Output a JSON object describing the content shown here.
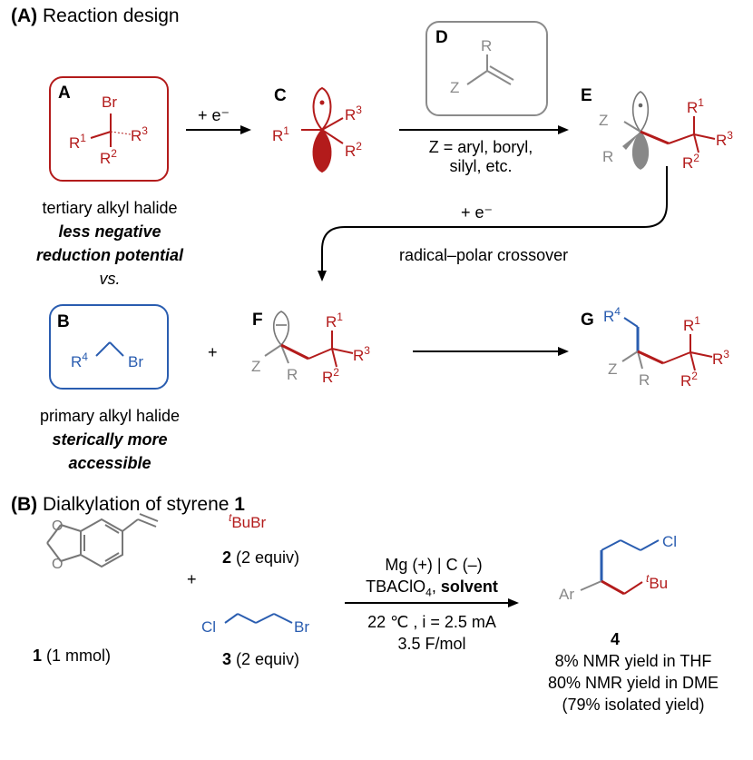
{
  "section_a": {
    "tag": "(A)",
    "title": "Reaction design"
  },
  "section_b": {
    "tag": "(B)",
    "title": "Dialkylation of styrene",
    "compound": "1"
  },
  "labels": {
    "A": "A",
    "B": "B",
    "C": "C",
    "D": "D",
    "E": "E",
    "F": "F",
    "G": "G"
  },
  "electron_step_1": "+ e⁻",
  "electron_step_2": "+ e⁻",
  "crossover_label": "radical–polar crossover",
  "z_definition": [
    "Z = aryl, boryl,",
    "silyl, etc."
  ],
  "tertiary_note": {
    "line1": "tertiary alkyl halide",
    "line2": "less negative",
    "line3": "reduction potential",
    "vs": "vs."
  },
  "primary_note": {
    "line1": "primary alkyl halide",
    "line2": "sterically more",
    "line3": "accessible"
  },
  "plus": "+",
  "reagents": {
    "styrene": "1 (1 mmol)",
    "tbubr": "2 (2 equiv)",
    "chloro": "3 (2 equiv)"
  },
  "conditions": {
    "line1": "Mg (+) | C (–)",
    "line2_pre": "TBAClO",
    "line2_sub": "4",
    "line2_sep": ", ",
    "line2_bold": "solvent",
    "line3": "22 ℃ , i = 2.5 mA",
    "line4": "3.5 F/mol"
  },
  "product": {
    "number": "4",
    "yield1": "8% NMR yield in THF",
    "yield2": "80% NMR yield in DME",
    "yield3": "(79% isolated yield)"
  },
  "colors": {
    "red": "#b31b1b",
    "blue": "#2a5db0",
    "gray": "#777777"
  }
}
